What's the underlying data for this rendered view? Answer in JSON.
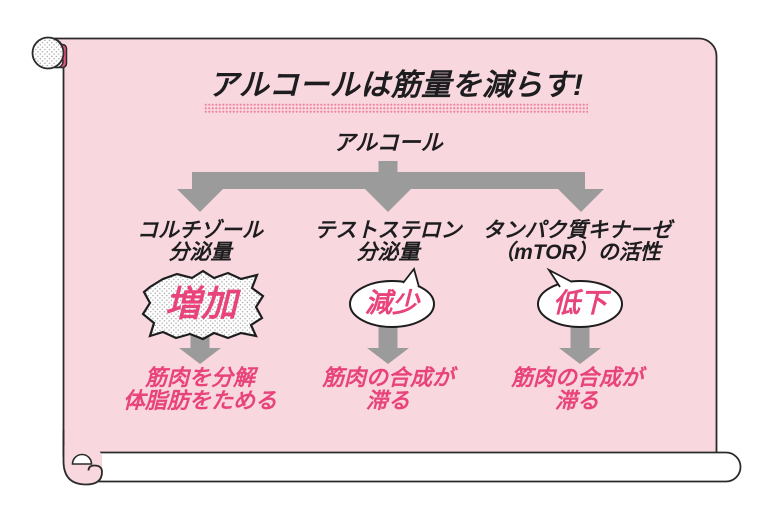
{
  "title": "アルコールは筋量を減らす!",
  "root": {
    "label": "アルコール"
  },
  "columns": [
    {
      "cause_line1": "コルチゾール",
      "cause_line2": "分泌量",
      "change": "増加",
      "change_bubble_style": "burst-halftone",
      "effect_line1": "筋肉を分解",
      "effect_line2": "体脂肪をためる"
    },
    {
      "cause_line1": "テストステロン",
      "cause_line2": "分泌量",
      "change": "減少",
      "change_bubble_style": "oval-speech",
      "effect_line1": "筋肉の合成が",
      "effect_line2": "滞る"
    },
    {
      "cause_line1": "タンパク質キナーゼ",
      "cause_line2": "（mTOR）の活性",
      "change": "低下",
      "change_bubble_style": "oval-speech",
      "effect_line1": "筋肉の合成が",
      "effect_line2": "滞る"
    }
  ],
  "colors": {
    "page_pink": "#f8d7de",
    "accent_pink": "#e8437a",
    "deep_pink": "#e8537d",
    "arrow_gray": "#9b9b9b",
    "ink": "#1d1d1f",
    "outline": "#2b2b2b",
    "underline_dot": "#ef87a2",
    "pattern_dot": "#a8a8ad"
  }
}
